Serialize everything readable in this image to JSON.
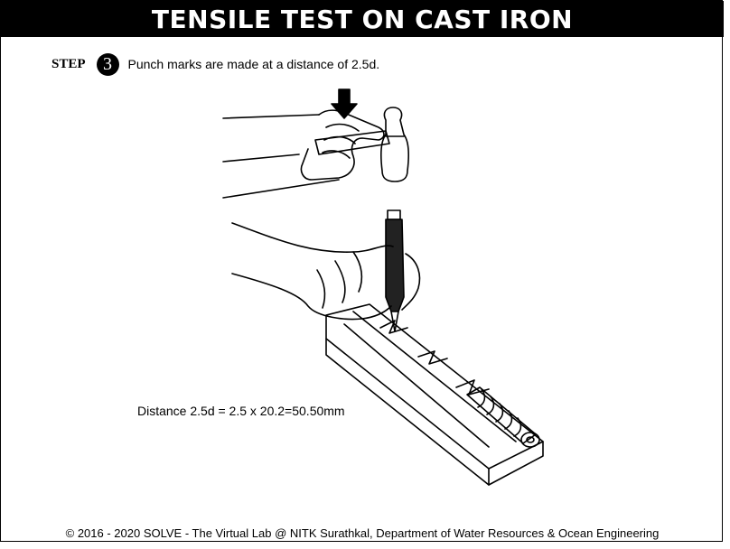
{
  "header": {
    "title": "TENSILE TEST ON CAST IRON"
  },
  "step": {
    "label": "STEP",
    "number": "3",
    "instruction": "Punch marks are made at a distance of 2.5d."
  },
  "illustration": {
    "icons": [
      "down-arrow-icon",
      "hammer-icon",
      "hand-icon",
      "punch-icon",
      "specimen-holder-icon"
    ]
  },
  "annotation": {
    "distance": "Distance 2.5d = 2.5 x 20.2=50.50mm"
  },
  "footer": {
    "copyright": "© 2016 - 2020 SOLVE - The Virtual Lab @ NITK Surathkal, Department of Water Resources & Ocean Engineering"
  }
}
